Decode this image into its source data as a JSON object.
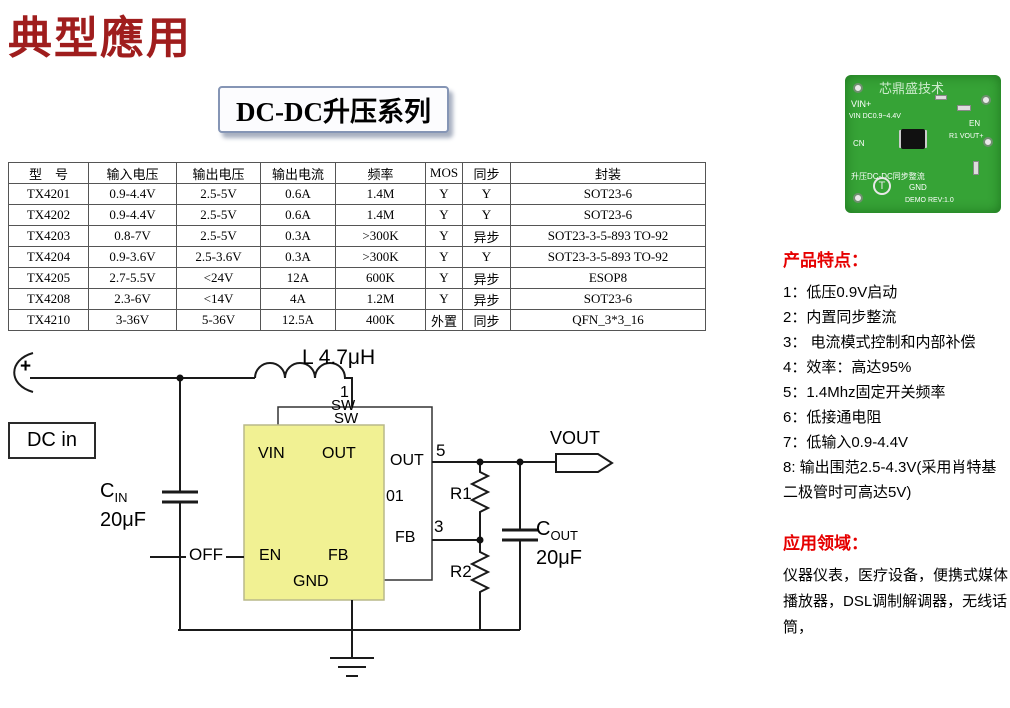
{
  "page": {
    "title": "典型應用",
    "subtitle": "DC-DC升压系列"
  },
  "table": {
    "headers": [
      "型　号",
      "输入电压",
      "输出电压",
      "输出电流",
      "频率",
      "MOS",
      "同步",
      "封装"
    ],
    "rows": [
      [
        "TX4201",
        "0.9-4.4V",
        "2.5-5V",
        "0.6A",
        "1.4M",
        "Y",
        "Y",
        "SOT23-6"
      ],
      [
        "TX4202",
        "0.9-4.4V",
        "2.5-5V",
        "0.6A",
        "1.4M",
        "Y",
        "Y",
        "SOT23-6"
      ],
      [
        "TX4203",
        "0.8-7V",
        "2.5-5V",
        "0.3A",
        ">300K",
        "Y",
        "异步",
        "SOT23-3-5-893 TO-92"
      ],
      [
        "TX4204",
        "0.9-3.6V",
        "2.5-3.6V",
        "0.3A",
        ">300K",
        "Y",
        "Y",
        "SOT23-3-5-893 TO-92"
      ],
      [
        "TX4205",
        "2.7-5.5V",
        "<24V",
        "12A",
        "600K",
        "Y",
        "异步",
        "ESOP8"
      ],
      [
        "TX4208",
        "2.3-6V",
        "<14V",
        "4A",
        "1.2M",
        "Y",
        "异步",
        "SOT23-6"
      ],
      [
        "TX4210",
        "3-36V",
        "5-36V",
        "12.5A",
        "400K",
        "外置",
        "同步",
        "QFN_3*3_16"
      ]
    ]
  },
  "circuit": {
    "dc_in": "DC in",
    "inductor": "L 4.7μH",
    "plus": "+",
    "pin1": "1",
    "sw_outer": "SW",
    "sw_inner": "SW",
    "vin": "VIN",
    "out_inner": "OUT",
    "en": "EN",
    "fb_inner": "FB",
    "gnd": "GND",
    "out_pin": "OUT",
    "pin5": "5",
    "part_hidden": "01",
    "fb_pin": "FB",
    "pin3": "3",
    "r1": "R1",
    "r2": "R2",
    "vout": "VOUT",
    "off": "OFF",
    "cap_symbol": "C",
    "cin_sub": "IN",
    "cin_value": "20μF",
    "cout_sub": "OUT",
    "cout_value": "20μF"
  },
  "pcb": {
    "brand": "芯鼎盛技术",
    "vin_plus": "VIN+",
    "vin_range": "VIN DC0.9~4.4V",
    "en": "EN",
    "r1_vout": "R1 VOUT+",
    "cn": "CN",
    "board_label": "升压DC-DC同步整流",
    "gnd": "GND",
    "demo_rev": "DEMO REV:1.0",
    "logo": "T"
  },
  "features": {
    "title": "产品特点：",
    "items": [
      "1：低压0.9V启动",
      "2：内置同步整流",
      "3： 电流模式控制和内部补偿",
      "4：效率：高达95%",
      "5：1.4Mhz固定开关频率",
      "6：低接通电阻",
      "7：低输入0.9-4.4V",
      "8:  输出围范2.5-4.3V(采用肖特基二极管时可高达5V)"
    ]
  },
  "applications": {
    "title": "应用领域：",
    "text": "仪器仪表，医疗设备，便携式媒体播放器，DSL调制解调器，无线话筒，"
  },
  "colors": {
    "title_red": "#9f1d1d",
    "accent_red": "#e60000",
    "chip_fill": "#f1f193",
    "pcb_green": "#36a336"
  }
}
